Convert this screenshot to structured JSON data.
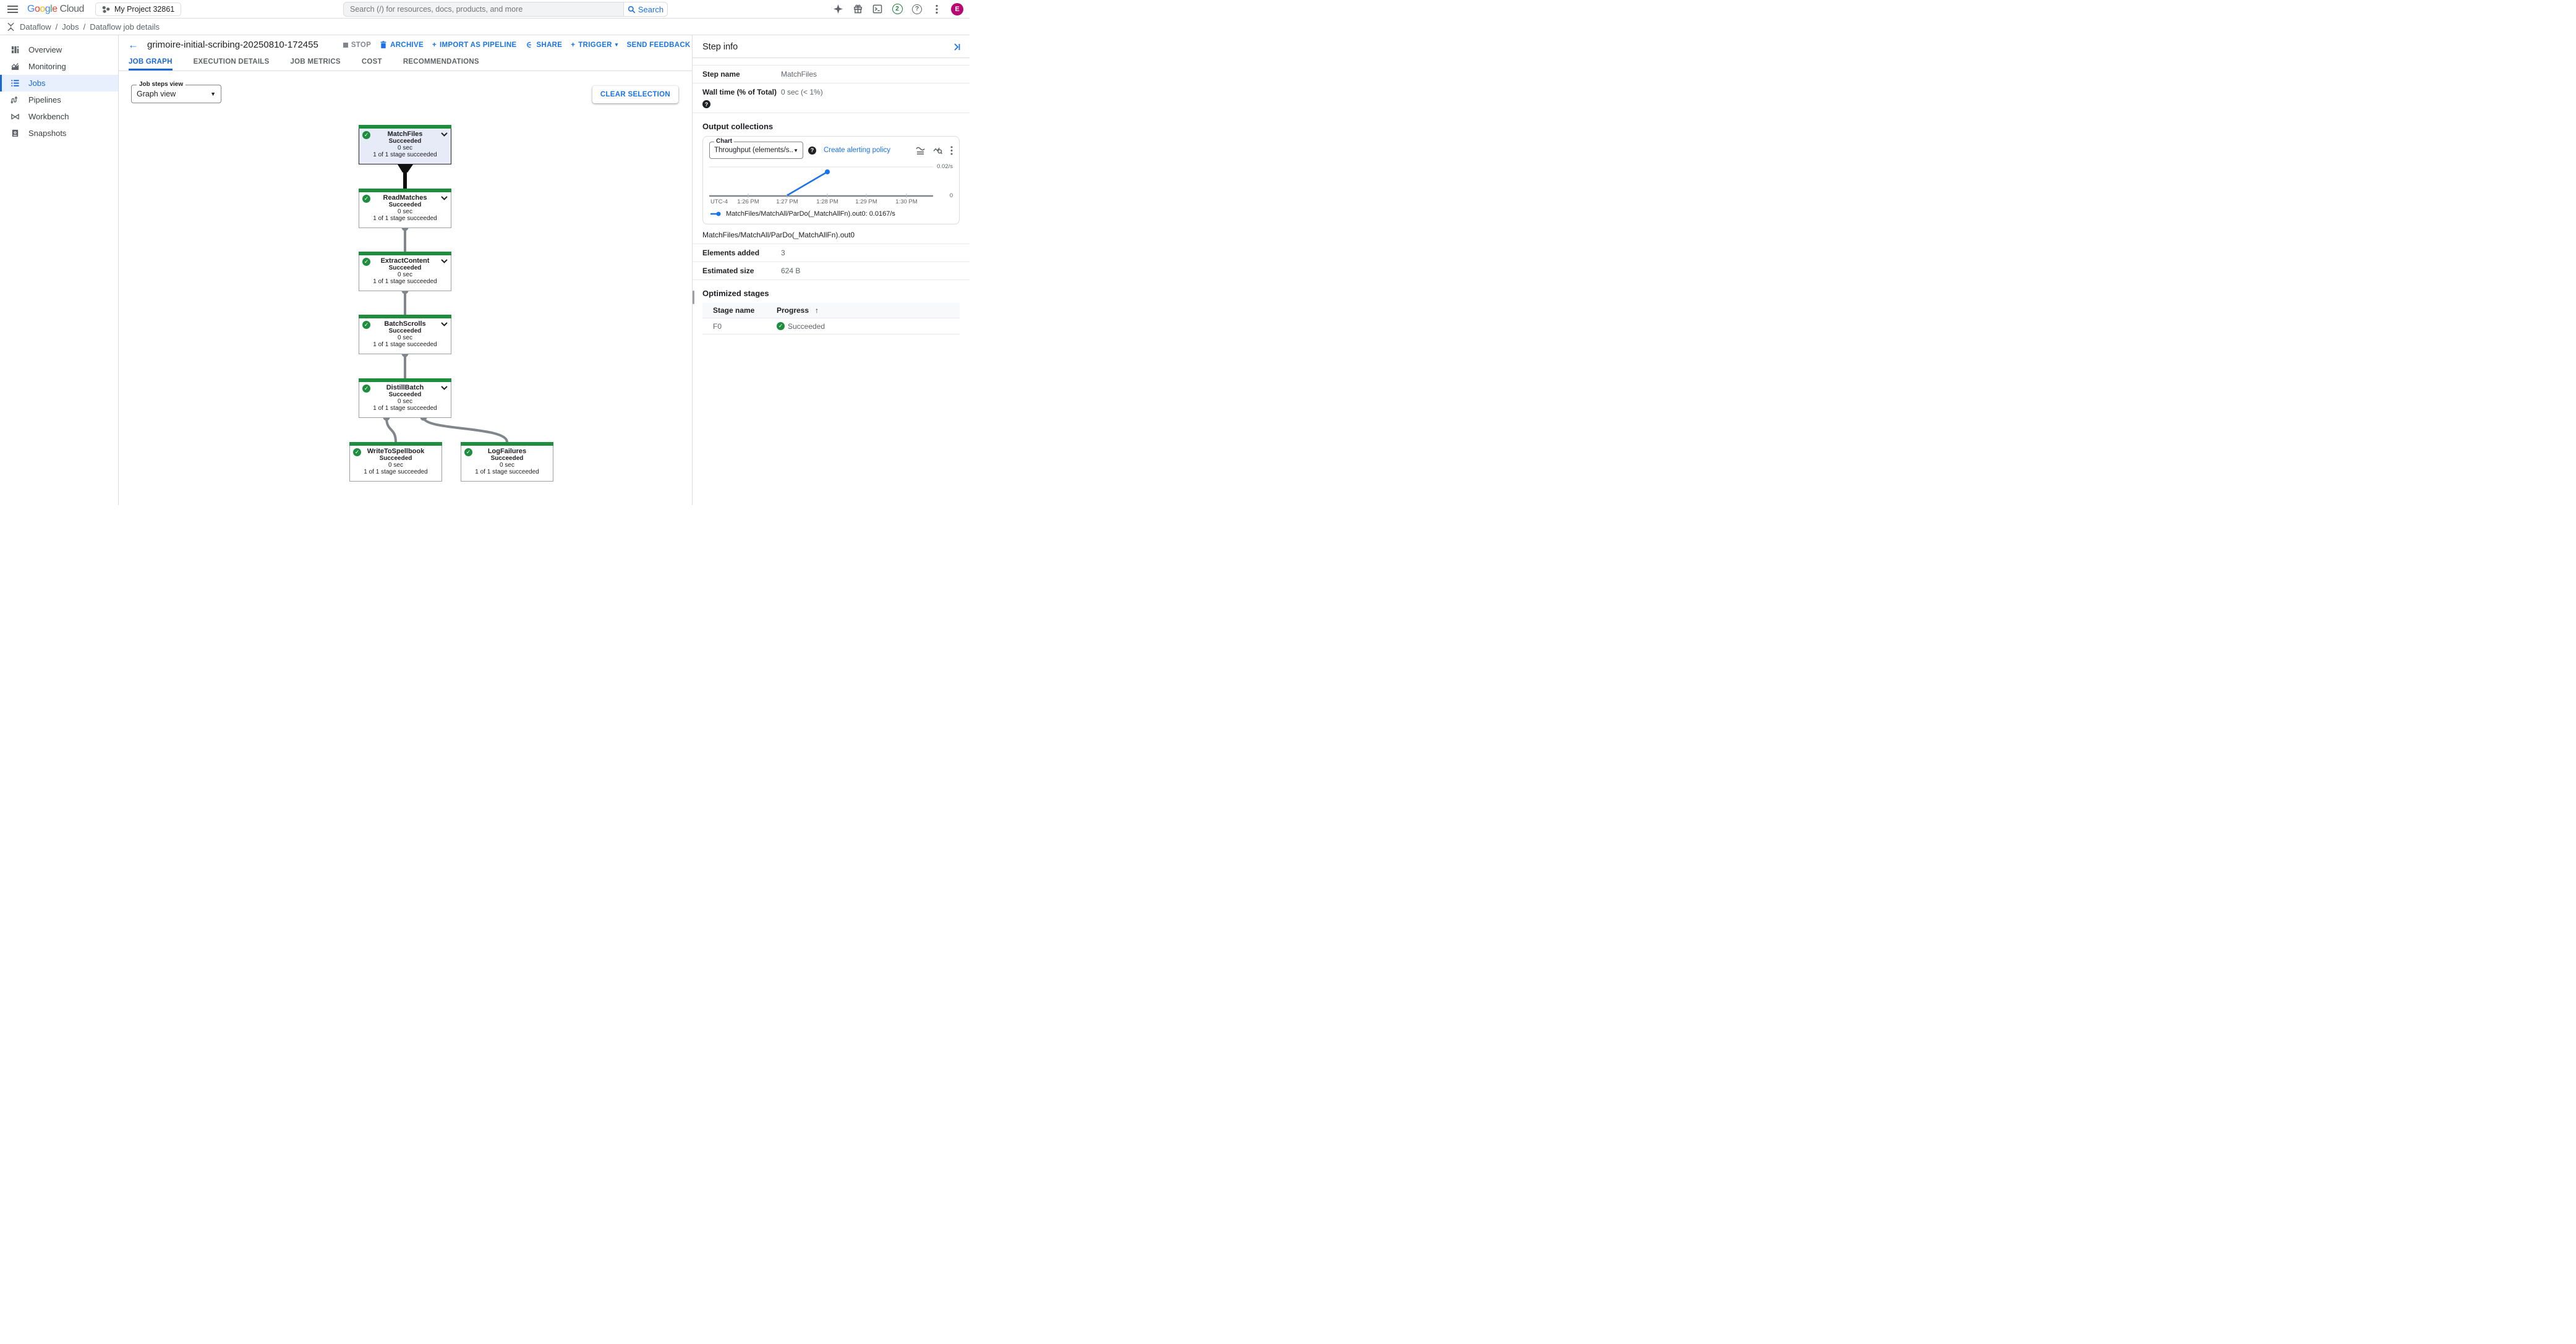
{
  "topbar": {
    "logo_google": "Google",
    "logo_cloud": "Cloud",
    "project_name": "My Project 32861",
    "search_placeholder": "Search (/) for resources, docs, products, and more",
    "search_button": "Search",
    "notifications_count": "2",
    "help_glyph": "?",
    "avatar_letter": "E"
  },
  "breadcrumb": {
    "product": "Dataflow",
    "sep1": "/",
    "section": "Jobs",
    "sep2": "/",
    "page": "Dataflow job details"
  },
  "sidebar": {
    "items": [
      {
        "label": "Overview"
      },
      {
        "label": "Monitoring"
      },
      {
        "label": "Jobs"
      },
      {
        "label": "Pipelines"
      },
      {
        "label": "Workbench"
      },
      {
        "label": "Snapshots"
      }
    ]
  },
  "job_header": {
    "back_glyph": "←",
    "title": "grimoire-initial-scribing-20250810-172455",
    "stop": "STOP",
    "archive": "ARCHIVE",
    "import_as_pipeline": "IMPORT AS PIPELINE",
    "share": "SHARE",
    "trigger": "TRIGGER",
    "send_feedback": "SEND FEEDBACK",
    "plus_glyph": "+",
    "caret_glyph": "▾"
  },
  "tabs": [
    {
      "label": "JOB GRAPH"
    },
    {
      "label": "EXECUTION DETAILS"
    },
    {
      "label": "JOB METRICS"
    },
    {
      "label": "COST"
    },
    {
      "label": "RECOMMENDATIONS"
    }
  ],
  "toolbar": {
    "steps_view_label": "Job steps view",
    "steps_view_value": "Graph view",
    "clear_selection": "CLEAR SELECTION"
  },
  "graph": {
    "nodes": [
      {
        "name": "MatchFiles",
        "status": "Succeeded",
        "duration": "0 sec",
        "stages": "1 of 1 stage succeeded",
        "selected": true
      },
      {
        "name": "ReadMatches",
        "status": "Succeeded",
        "duration": "0 sec",
        "stages": "1 of 1 stage succeeded",
        "selected": false
      },
      {
        "name": "ExtractContent",
        "status": "Succeeded",
        "duration": "0 sec",
        "stages": "1 of 1 stage succeeded",
        "selected": false
      },
      {
        "name": "BatchScrolls",
        "status": "Succeeded",
        "duration": "0 sec",
        "stages": "1 of 1 stage succeeded",
        "selected": false
      },
      {
        "name": "DistillBatch",
        "status": "Succeeded",
        "duration": "0 sec",
        "stages": "1 of 1 stage succeeded",
        "selected": false
      },
      {
        "name": "WriteToSpellbook",
        "status": "Succeeded",
        "duration": "0 sec",
        "stages": "1 of 1 stage succeeded",
        "selected": false
      },
      {
        "name": "LogFailures",
        "status": "Succeeded",
        "duration": "0 sec",
        "stages": "1 of 1 stage succeeded",
        "selected": false
      }
    ],
    "check_glyph": "✓"
  },
  "step_info": {
    "panel_title": "Step info",
    "step_name_label": "Step name",
    "step_name": "MatchFiles",
    "wall_time_label": "Wall time (% of Total)",
    "wall_time": "0 sec (< 1%)",
    "output_collections_title": "Output collections",
    "chart_select_label": "Chart",
    "chart_select_value": "Throughput (elements/s...",
    "create_alerting_policy": "Create alerting policy",
    "collection_name": "MatchFiles/MatchAll/ParDo(_MatchAllFn).out0",
    "elements_added_label": "Elements added",
    "elements_added": "3",
    "estimated_size_label": "Estimated size",
    "estimated_size": "624 B"
  },
  "chart_data": {
    "type": "line",
    "title": "Throughput (elements/sec)",
    "x_axis_label": "UTC-4",
    "x_ticks": [
      "1:26 PM",
      "1:27 PM",
      "1:28 PM",
      "1:29 PM",
      "1:30 PM"
    ],
    "y_tick_top": "0.02/s",
    "y_tick_bottom": "0",
    "ylim": [
      0,
      0.02
    ],
    "grid": "top gridline only",
    "legend_position": "bottom",
    "series": [
      {
        "name": "MatchFiles/MatchAll/ParDo(_MatchAllFn).out0",
        "color": "#1a73e8",
        "points": [
          [
            "1:27 PM",
            0
          ],
          [
            "1:28 PM",
            0.0167
          ]
        ]
      }
    ],
    "legend_label": "MatchFiles/MatchAll/ParDo(_MatchAllFn).out0: 0.0167/s"
  },
  "optimized_stages": {
    "title": "Optimized stages",
    "col_stage": "Stage name",
    "col_progress": "Progress",
    "sort_glyph": "↑",
    "rows": [
      {
        "stage": "F0",
        "progress": "Succeeded"
      }
    ]
  },
  "colors": {
    "accent": "#1a73e8",
    "active_tab": "#1967d2",
    "success_green": "#1e8e3e",
    "selected_node_bg": "#e7ebf8",
    "avatar_bg": "#b80672"
  }
}
